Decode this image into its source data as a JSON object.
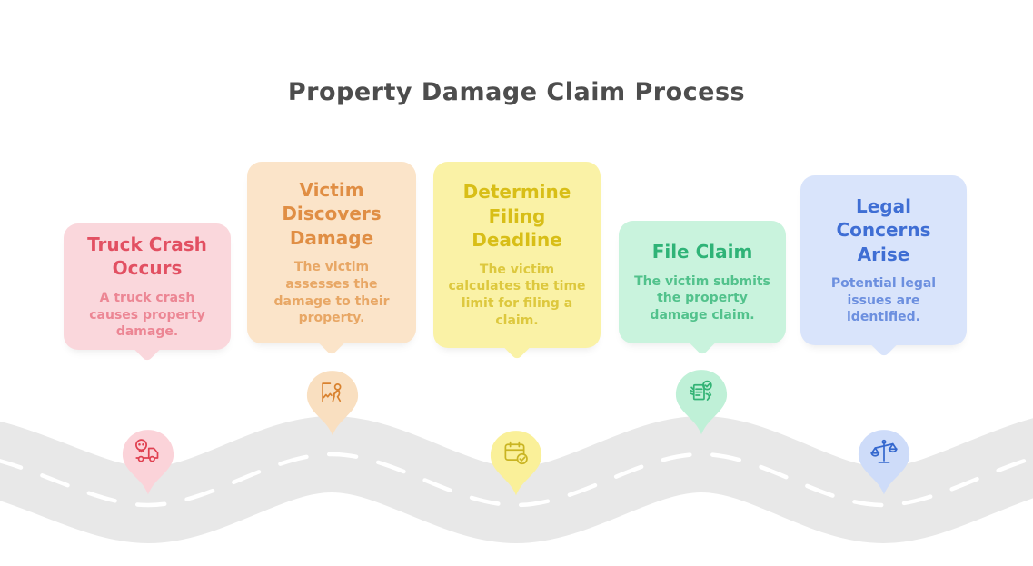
{
  "title": "Property Damage Claim Process",
  "title_color": "#4d4d4d",
  "road": {
    "color": "#E8E8E8",
    "centerline_color": "#FFFFFF"
  },
  "steps": [
    {
      "title": "Truck Crash Occurs",
      "description": "A truck crash causes property damage.",
      "icon": "truck-crash-icon",
      "colors": {
        "card_bg": "#FAD7DC",
        "title": "#E25062",
        "body": "#EC8694",
        "pin_bg": "#FBD3D9",
        "icon": "#E04050"
      }
    },
    {
      "title": "Victim Discovers Damage",
      "description": "The victim assesses the damage to their property.",
      "icon": "person-damage-icon",
      "colors": {
        "card_bg": "#FBE4C9",
        "title": "#E08E44",
        "body": "#E8A765",
        "pin_bg": "#F9DFC0",
        "icon": "#D9822F"
      }
    },
    {
      "title": "Determine Filing Deadline",
      "description": "The victim calculates the time limit for filing a claim.",
      "icon": "calendar-check-icon",
      "colors": {
        "card_bg": "#FAF2A6",
        "title": "#D8BE17",
        "body": "#DDC83E",
        "pin_bg": "#FAF099",
        "icon": "#C9B422"
      }
    },
    {
      "title": "File Claim",
      "description": "The victim submits the property damage claim.",
      "icon": "claim-document-icon",
      "colors": {
        "card_bg": "#C9F3DD",
        "title": "#2FB377",
        "body": "#52C28C",
        "pin_bg": "#BFF0D7",
        "icon": "#33B375"
      }
    },
    {
      "title": "Legal Concerns Arise",
      "description": "Potential legal issues are identified.",
      "icon": "justice-scales-icon",
      "colors": {
        "card_bg": "#D9E4FB",
        "title": "#3F6ED4",
        "body": "#6C8FDF",
        "pin_bg": "#CEDCF9",
        "icon": "#3568CE"
      }
    }
  ]
}
